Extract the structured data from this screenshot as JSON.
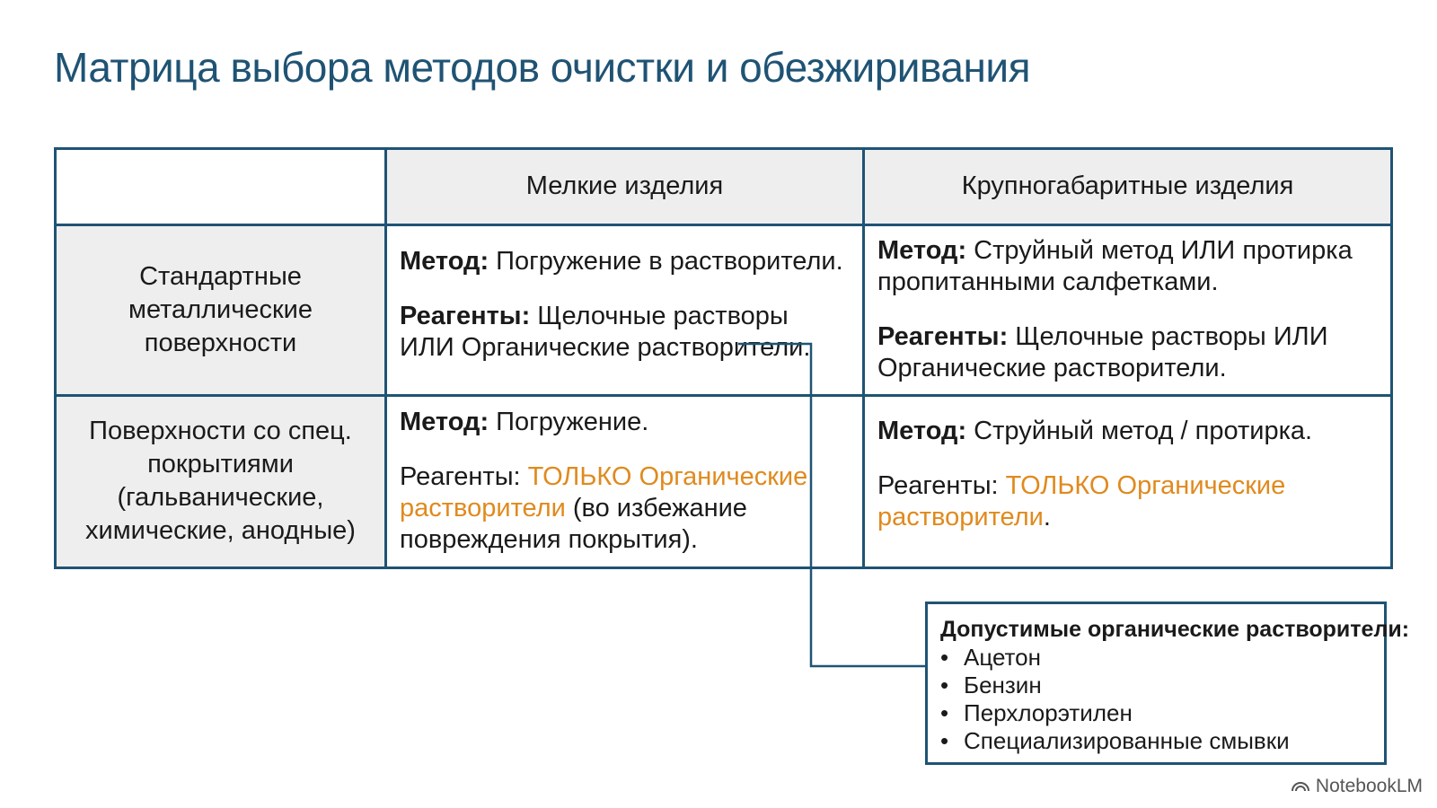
{
  "title": "Матрица выбора методов очистки и обезжиривания",
  "table": {
    "columns": [
      "",
      "Мелкие изделия",
      "Крупногабаритные изделия"
    ],
    "rows": [
      {
        "label": "Стандартные металлические поверхности",
        "small": {
          "method_label": "Метод:",
          "method": " Погружение в растворители.",
          "reagents_label": "Реагенты:",
          "reagents": " Щелочные растворы ИЛИ Органические растворители."
        },
        "large": {
          "method_label": "Метод:",
          "method": " Струйный метод ИЛИ протирка пропитанными салфетками.",
          "reagents_label": "Реагенты:",
          "reagents": " Щелочные растворы ИЛИ Органические растворители."
        }
      },
      {
        "label": "Поверхности со спец. покрытиями (гальванические, химические, анодные)",
        "small": {
          "method_label": "Метод:",
          "method": " Погружение.",
          "reagents_label": "Реагенты: ",
          "reagents_highlight": "ТОЛЬКО Органические растворители",
          "reagents_tail": " (во избежание повреждения покрытия)."
        },
        "large": {
          "method_label": "Метод:",
          "method": " Струйный метод / протирка.",
          "reagents_label": "Реагенты: ",
          "reagents_highlight": "ТОЛЬКО Органические растворители",
          "reagents_tail": "."
        }
      }
    ]
  },
  "callout": {
    "title": "Допустимые органические растворители:",
    "items": [
      "Ацетон",
      "Бензин",
      "Перхлорэтилен",
      "Специализированные смывки"
    ],
    "bullet": "•"
  },
  "brand": {
    "icon": "notebooklm-icon",
    "label": "NotebookLM"
  },
  "colors": {
    "accent": "#1f5374",
    "highlight": "#e08a1e",
    "header_fill": "#eeeeee"
  }
}
